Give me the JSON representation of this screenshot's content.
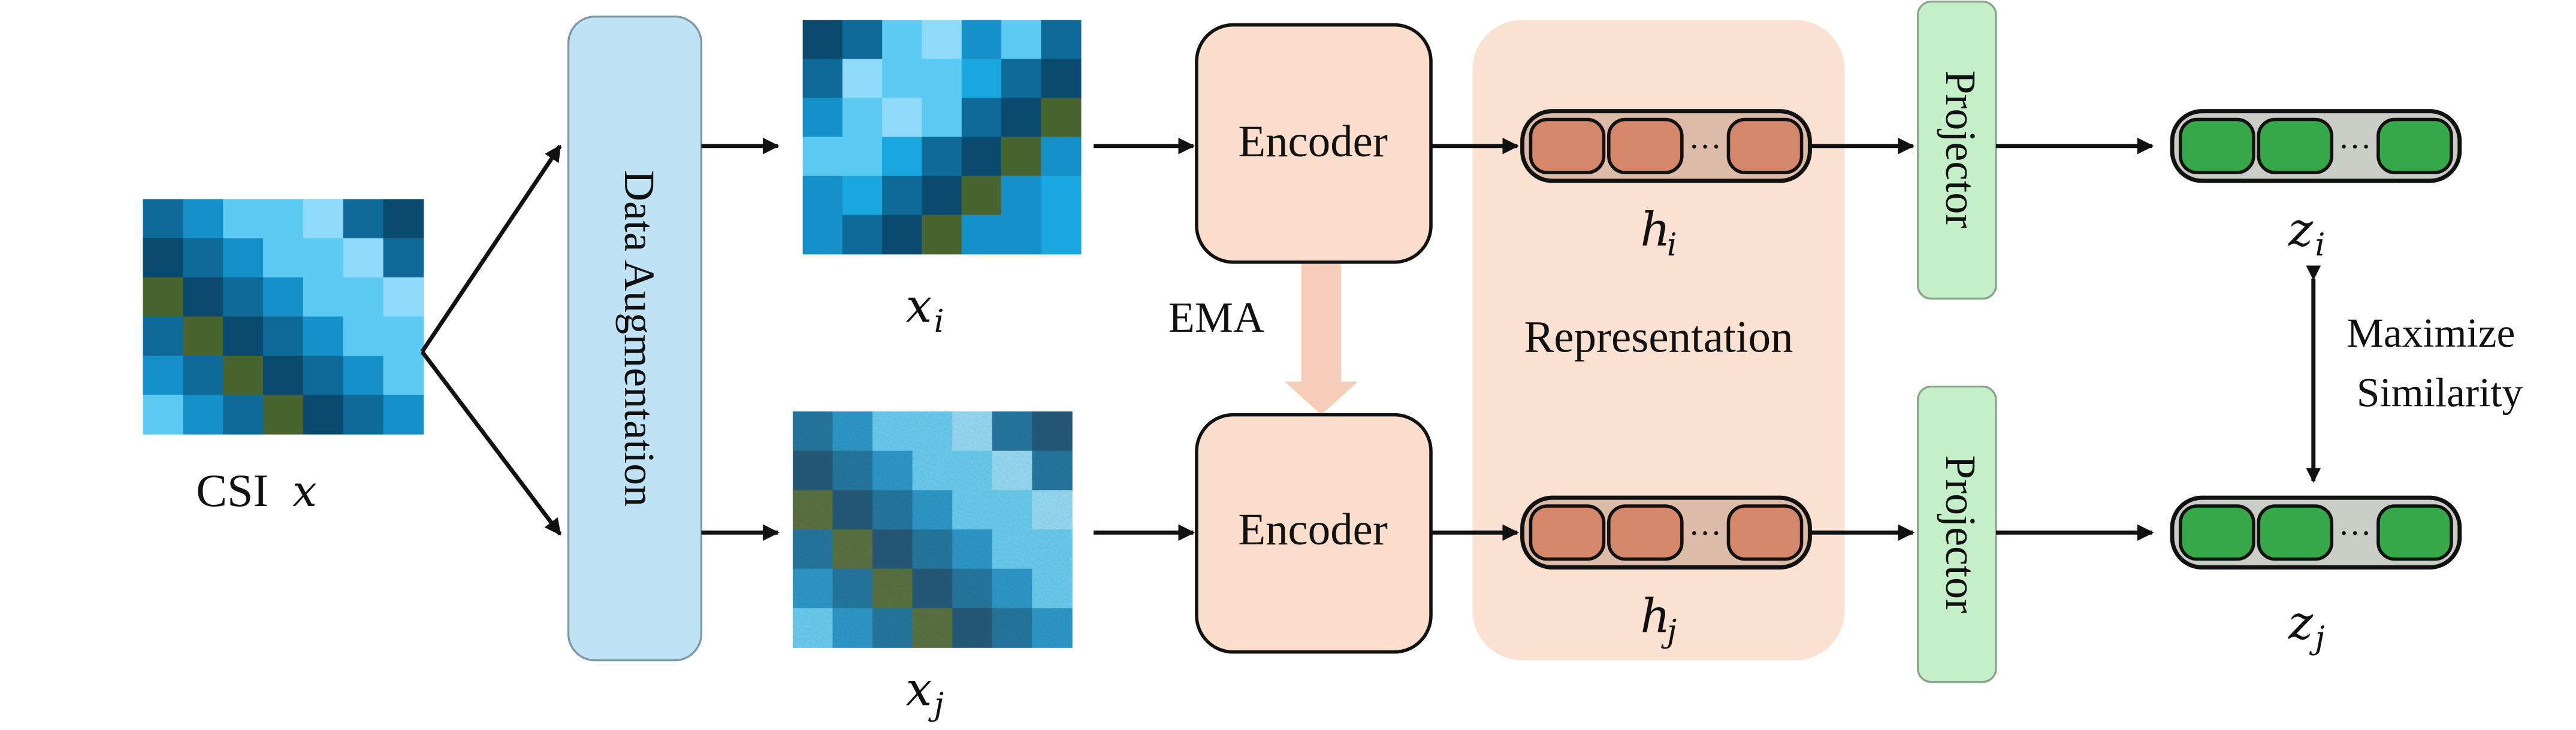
{
  "labels": {
    "csi": "CSI",
    "csi_var": "x",
    "data_augmentation": "Data Augmentation",
    "encoder_top": "Encoder",
    "encoder_bottom": "Encoder",
    "ema": "EMA",
    "representation": "Representation",
    "projector_top": "Projector",
    "projector_bottom": "Projector",
    "maximize": "Maximize",
    "similarity": "Similarity",
    "xi_main": "x",
    "xi_sub": "i",
    "xj_main": "x",
    "xj_sub": "j",
    "hi_main": "h",
    "hi_sub": "i",
    "hj_main": "h",
    "hj_sub": "j",
    "zi_main": "z",
    "zi_sub": "i",
    "zj_main": "z",
    "zj_sub": "j",
    "ellipsis": "···"
  },
  "colors": {
    "heatmap_palette": [
      "#0a4a6e",
      "#0e6a98",
      "#1590c8",
      "#1aa6de",
      "#5ccaf2",
      "#8fdaf8",
      "#48652f"
    ],
    "augmentation_fill": "#bfe3f4",
    "encoder_fill": "#fbddcb",
    "representation_fill": "#fbe1d2",
    "projector_fill": "#c4efc8",
    "h_cell": "#d4876a",
    "h_pill": "#dcbca8",
    "z_cell": "#35a84a",
    "z_pill": "#c8cdc6",
    "ema_arrow": "#f6cdb8"
  },
  "grids": {
    "csi": [
      [
        1,
        2,
        4,
        4,
        5,
        1,
        0
      ],
      [
        0,
        1,
        2,
        4,
        4,
        5,
        1
      ],
      [
        6,
        0,
        1,
        2,
        4,
        4,
        5
      ],
      [
        1,
        6,
        0,
        1,
        2,
        4,
        4
      ],
      [
        2,
        1,
        6,
        0,
        1,
        2,
        4
      ],
      [
        4,
        2,
        1,
        6,
        0,
        1,
        2
      ]
    ],
    "xi": [
      [
        0,
        1,
        4,
        5,
        2,
        4,
        1
      ],
      [
        1,
        5,
        4,
        4,
        3,
        1,
        0
      ],
      [
        2,
        4,
        5,
        4,
        1,
        0,
        6
      ],
      [
        4,
        4,
        3,
        1,
        0,
        6,
        2
      ],
      [
        2,
        3,
        1,
        0,
        6,
        2,
        3
      ],
      [
        2,
        1,
        0,
        6,
        2,
        2,
        3
      ]
    ],
    "xj": [
      [
        1,
        2,
        4,
        4,
        5,
        1,
        0
      ],
      [
        0,
        1,
        2,
        4,
        4,
        5,
        1
      ],
      [
        6,
        0,
        1,
        2,
        4,
        4,
        5
      ],
      [
        1,
        6,
        0,
        1,
        2,
        4,
        4
      ],
      [
        2,
        1,
        6,
        0,
        1,
        2,
        4
      ],
      [
        4,
        2,
        1,
        6,
        0,
        1,
        2
      ]
    ]
  }
}
